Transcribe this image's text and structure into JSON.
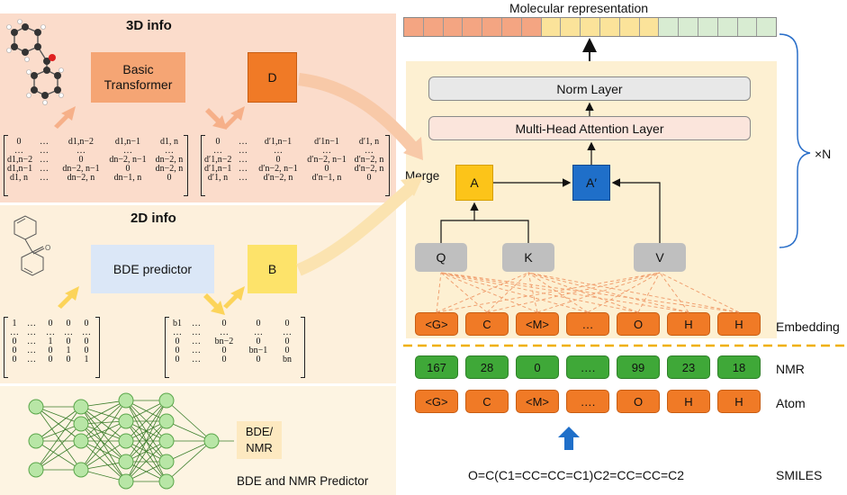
{
  "panel3d": {
    "title": "3D info",
    "transformer": "Basic Transformer",
    "d_label": "D",
    "matrix_left": [
      [
        "0",
        "…",
        "d1,n−2",
        "d1,n−1",
        "d1, n"
      ],
      [
        "…",
        "…",
        "…",
        "…",
        "…"
      ],
      [
        "d1,n−2",
        "…",
        "0",
        "dn−2, n−1",
        "dn−2, n"
      ],
      [
        "d1,n−1",
        "…",
        "dn−2, n−1",
        "0",
        "dn−2, n"
      ],
      [
        "d1, n",
        "…",
        "dn−2, n",
        "dn−1, n",
        "0"
      ]
    ],
    "matrix_right": [
      [
        "0",
        "…",
        "d′1,n−1",
        "d′1n−1",
        "d′1, n"
      ],
      [
        "…",
        "…",
        "…",
        "…",
        "…"
      ],
      [
        "d′1,n−2",
        "…",
        "0",
        "d′n−2, n−1",
        "d′n−2, n"
      ],
      [
        "d′1,n−1",
        "…",
        "d′n−2, n−1",
        "0",
        "d′n−2, n"
      ],
      [
        "d′1, n",
        "…",
        "d′n−2, n",
        "d′n−1, n",
        "0"
      ]
    ]
  },
  "panel2d": {
    "title": "2D info",
    "bde_predictor": "BDE predictor",
    "b_label": "B",
    "matrix_left": [
      [
        "1",
        "…",
        "0",
        "0",
        "0"
      ],
      [
        "…",
        "…",
        "…",
        "…",
        "…"
      ],
      [
        "0",
        "…",
        "1",
        "0",
        "0"
      ],
      [
        "0",
        "…",
        "0",
        "1",
        "0"
      ],
      [
        "0",
        "…",
        "0",
        "0",
        "1"
      ]
    ],
    "matrix_right": [
      [
        "b1",
        "…",
        "0",
        "0",
        "0"
      ],
      [
        "…",
        "…",
        "…",
        "…",
        "…"
      ],
      [
        "0",
        "…",
        "bn−2",
        "0",
        "0"
      ],
      [
        "0",
        "…",
        "0",
        "bn−1",
        "0"
      ],
      [
        "0",
        "…",
        "0",
        "0",
        "bn"
      ]
    ]
  },
  "panelnn": {
    "output_label_line1": "BDE/",
    "output_label_line2": "NMR",
    "caption": "BDE and NMR Predictor"
  },
  "right": {
    "mol_rep_title": "Molecular representation",
    "mol_rep_colors": [
      "#f4a582",
      "#f4a582",
      "#f4a582",
      "#f4a582",
      "#f4a582",
      "#f4a582",
      "#f4a582",
      "#fbe39a",
      "#fbe39a",
      "#fbe39a",
      "#fbe39a",
      "#fbe39a",
      "#fbe39a",
      "#d8ecd2",
      "#d8ecd2",
      "#d8ecd2",
      "#d8ecd2",
      "#d8ecd2",
      "#d8ecd2"
    ],
    "norm_layer": "Norm Layer",
    "mha_layer": "Multi-Head Attention Layer",
    "merge": "Merge",
    "a_label": "A",
    "a_prime_label": "A′",
    "q": "Q",
    "k": "K",
    "v": "V",
    "repeat": "×N",
    "embedding_tokens": [
      "<G>",
      "C",
      "<M>",
      "…",
      "O",
      "H",
      "H"
    ],
    "embedding_label": "Embedding",
    "nmr_tokens": [
      "167",
      "28",
      "0",
      "….",
      "99",
      "23",
      "18"
    ],
    "nmr_label": "NMR",
    "atom_tokens": [
      "<G>",
      "C",
      "<M>",
      "….",
      "O",
      "H",
      "H"
    ],
    "atom_label": "Atom",
    "smiles": "O=C(C1=CC=CC=C1)C2=CC=CC=C2",
    "smiles_label": "SMILES"
  },
  "colors": {
    "panel3d_bg": "#fbdccb",
    "panel2d_bg": "#fdefd8",
    "panelnn_bg": "#fdf3e0",
    "right_bg": "#fdefd0",
    "orange": "#f07a26",
    "green": "#3fa838",
    "blue": "#1f6fc9",
    "yellow": "#fcc419"
  }
}
